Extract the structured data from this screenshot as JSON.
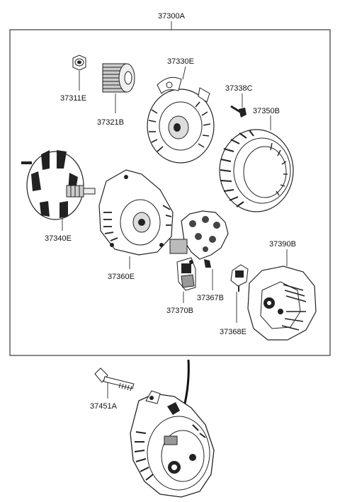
{
  "assembly_label": "37300A",
  "parts": {
    "nut": "37311E",
    "pulley": "37321B",
    "front_housing": "37330E",
    "screw": "37338C",
    "stator": "37350B",
    "rotor": "37340E",
    "rear_bracket": "37360E",
    "regulator": "37367B",
    "brush_holder": "37370B",
    "rear_cover": "37390B",
    "connector": "37368E",
    "bolt": "37451A"
  }
}
